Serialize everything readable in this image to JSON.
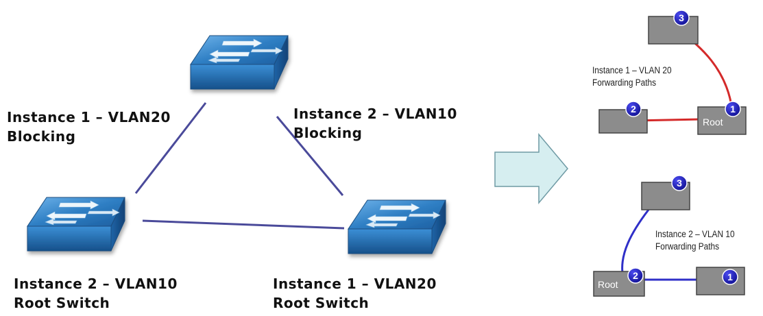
{
  "left_diagram": {
    "label_top_left": {
      "line1": "Instance 1 – VLAN20",
      "line2": "Blocking"
    },
    "label_top_right": {
      "line1": "Instance 2 – VLAN10",
      "line2": "Blocking"
    },
    "label_bottom_left": {
      "line1": "Instance 2 – VLAN10",
      "line2": "Root Switch"
    },
    "label_bottom_right": {
      "line1": "Instance 1 – VLAN20",
      "line2": "Root Switch"
    }
  },
  "instance1_panel": {
    "caption_line1": "Instance 1 – VLAN 20",
    "caption_line2": "Forwarding Paths",
    "root_label": "Root",
    "badges": [
      "3",
      "2",
      "1"
    ],
    "path_color": "#d42a2a"
  },
  "instance2_panel": {
    "caption_line1": "Instance 2 – VLAN 10",
    "caption_line2": "Forwarding Paths",
    "root_label": "Root",
    "badges": [
      "3",
      "2",
      "1"
    ],
    "path_color": "#2f2fc8"
  },
  "colors": {
    "link_line": "#4a4a9a",
    "switch_top": "#2f7fc4",
    "switch_side": "#1b5f9c",
    "arrow_fill": "#d6eef0",
    "node_box": "#8c8c8c",
    "badge": "#1a1aa8"
  }
}
